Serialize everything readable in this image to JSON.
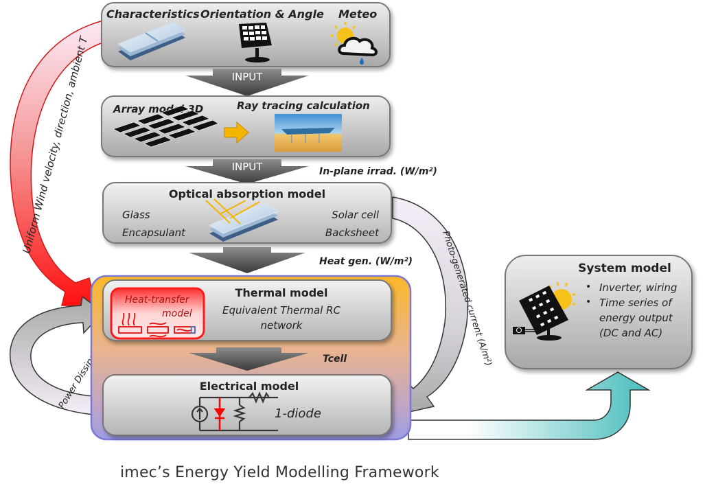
{
  "caption": "imec’s Energy Yield Modelling Framework",
  "input_box": {
    "labels": [
      "Characteristics",
      "Orientation & Angle",
      "Meteo"
    ],
    "icons": [
      "pv-module-layers-icon",
      "solar-panel-icon",
      "sun-cloud-rain-icon"
    ]
  },
  "arrows": {
    "input_1": "INPUT",
    "input_2": "INPUT",
    "in_plane_irrad": "In-plane irrad. (W/m²)",
    "heat_gen": "Heat gen. (W/m²)",
    "tcell": "Tcell",
    "wind": "Uniform Wind velocity, direction, ambient T",
    "photo_current": "Photo-generated current (A/m²)",
    "power_dissipation": "Power Dissipation (W)"
  },
  "array_box": {
    "left_label": "Array model 3D",
    "right_label": "Ray tracing calculation"
  },
  "optical_box": {
    "title": "Optical absorption model",
    "layers_left": [
      "Glass",
      "Encapsulant"
    ],
    "layers_right": [
      "Solar cell",
      "Backsheet"
    ]
  },
  "thermal_box": {
    "title": "Thermal model",
    "subtitle_line1": "Equivalent Thermal RC",
    "subtitle_line2": "network",
    "heat_transfer_line1": "Heat-transfer",
    "heat_transfer_line2": "model"
  },
  "electrical_box": {
    "title": "Electrical model",
    "circuit_label": "1-diode"
  },
  "system_box": {
    "title": "System model",
    "bullets": [
      "Inverter, wiring",
      "Time series of",
      "energy output",
      "(DC and AC)"
    ]
  },
  "colors": {
    "box_fill_top": "#dcdcdc",
    "box_fill_bottom": "#a9a9a9",
    "wind_arrow": "#ff1a1a",
    "coupled_frame_top": "#f8b830",
    "coupled_frame_bottom": "#9c9be0",
    "output_arrow": "#4fc1c1",
    "heat_transfer": "#ff1a1a",
    "ray_arrow": "#f4b400"
  }
}
